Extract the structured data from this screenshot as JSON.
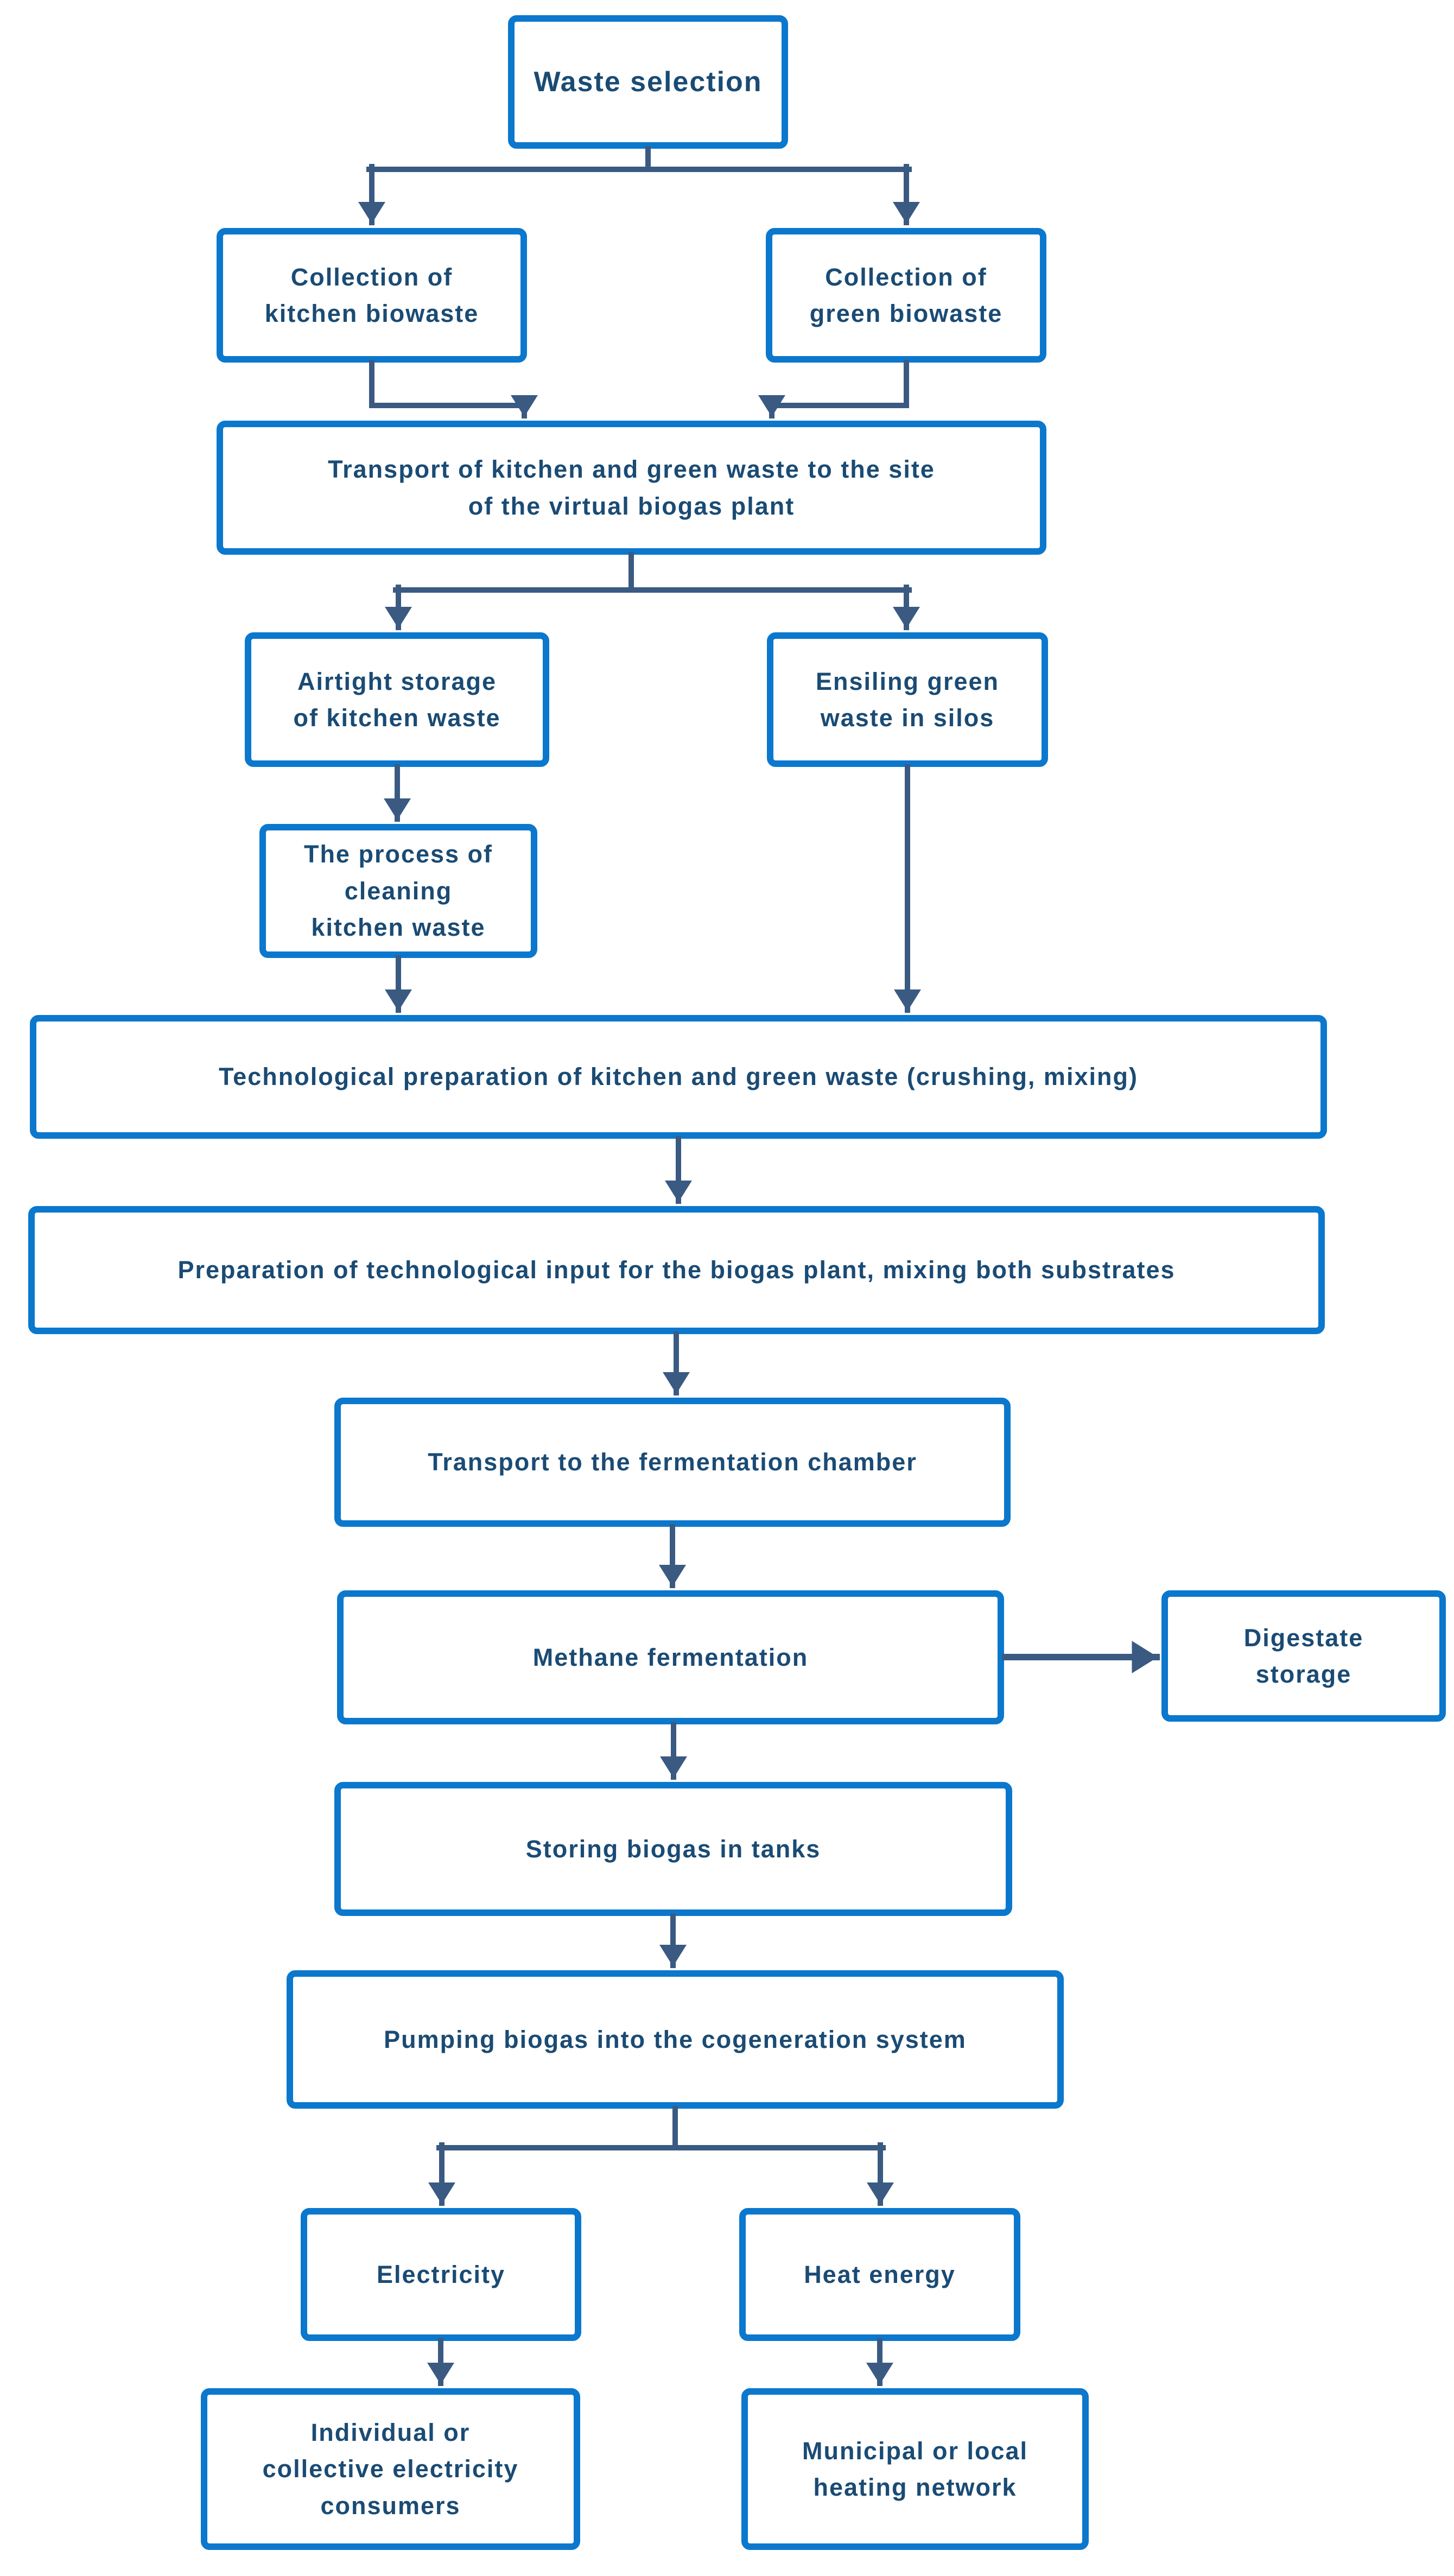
{
  "diagram": {
    "type": "flowchart",
    "direction": "top-down",
    "colors": {
      "box_border": "#0b78cd",
      "box_fill": "#ffffff",
      "box_text": "#1a4b74",
      "connector": "#3a5a82"
    },
    "nodes": {
      "waste_selection": {
        "label": "Waste selection"
      },
      "collection_kitchen": {
        "label": "Collection of\nkitchen biowaste"
      },
      "collection_green": {
        "label": "Collection of\ngreen biowaste"
      },
      "transport_site": {
        "label": "Transport of kitchen and green waste to the site\nof the virtual biogas plant"
      },
      "airtight_storage": {
        "label": "Airtight storage\nof kitchen waste"
      },
      "ensiling_green": {
        "label": "Ensiling green\nwaste in silos"
      },
      "cleaning_process": {
        "label": "The process of\ncleaning\nkitchen waste"
      },
      "tech_preparation": {
        "label": "Technological preparation of kitchen and green waste (crushing, mixing)"
      },
      "prep_input": {
        "label": "Preparation of technological input for the biogas plant, mixing both substrates"
      },
      "transport_fermentation": {
        "label": "Transport to the fermentation chamber"
      },
      "methane_fermentation": {
        "label": "Methane fermentation"
      },
      "digestate_storage": {
        "label": "Digestate\nstorage"
      },
      "storing_biogas": {
        "label": "Storing biogas in tanks"
      },
      "pumping_biogas": {
        "label": "Pumping biogas into the cogeneration system"
      },
      "electricity": {
        "label": "Electricity"
      },
      "heat_energy": {
        "label": "Heat energy"
      },
      "electricity_consumers": {
        "label": "Individual or\ncollective electricity\nconsumers"
      },
      "heating_network": {
        "label": "Municipal or local\nheating network"
      }
    },
    "edges": [
      {
        "from": "waste_selection",
        "to": "collection_kitchen"
      },
      {
        "from": "waste_selection",
        "to": "collection_green"
      },
      {
        "from": "collection_kitchen",
        "to": "transport_site"
      },
      {
        "from": "collection_green",
        "to": "transport_site"
      },
      {
        "from": "transport_site",
        "to": "airtight_storage"
      },
      {
        "from": "transport_site",
        "to": "ensiling_green"
      },
      {
        "from": "airtight_storage",
        "to": "cleaning_process"
      },
      {
        "from": "cleaning_process",
        "to": "tech_preparation"
      },
      {
        "from": "ensiling_green",
        "to": "tech_preparation"
      },
      {
        "from": "tech_preparation",
        "to": "prep_input"
      },
      {
        "from": "prep_input",
        "to": "transport_fermentation"
      },
      {
        "from": "transport_fermentation",
        "to": "methane_fermentation"
      },
      {
        "from": "methane_fermentation",
        "to": "digestate_storage"
      },
      {
        "from": "methane_fermentation",
        "to": "storing_biogas"
      },
      {
        "from": "storing_biogas",
        "to": "pumping_biogas"
      },
      {
        "from": "pumping_biogas",
        "to": "electricity"
      },
      {
        "from": "pumping_biogas",
        "to": "heat_energy"
      },
      {
        "from": "electricity",
        "to": "electricity_consumers"
      },
      {
        "from": "heat_energy",
        "to": "heating_network"
      }
    ]
  }
}
